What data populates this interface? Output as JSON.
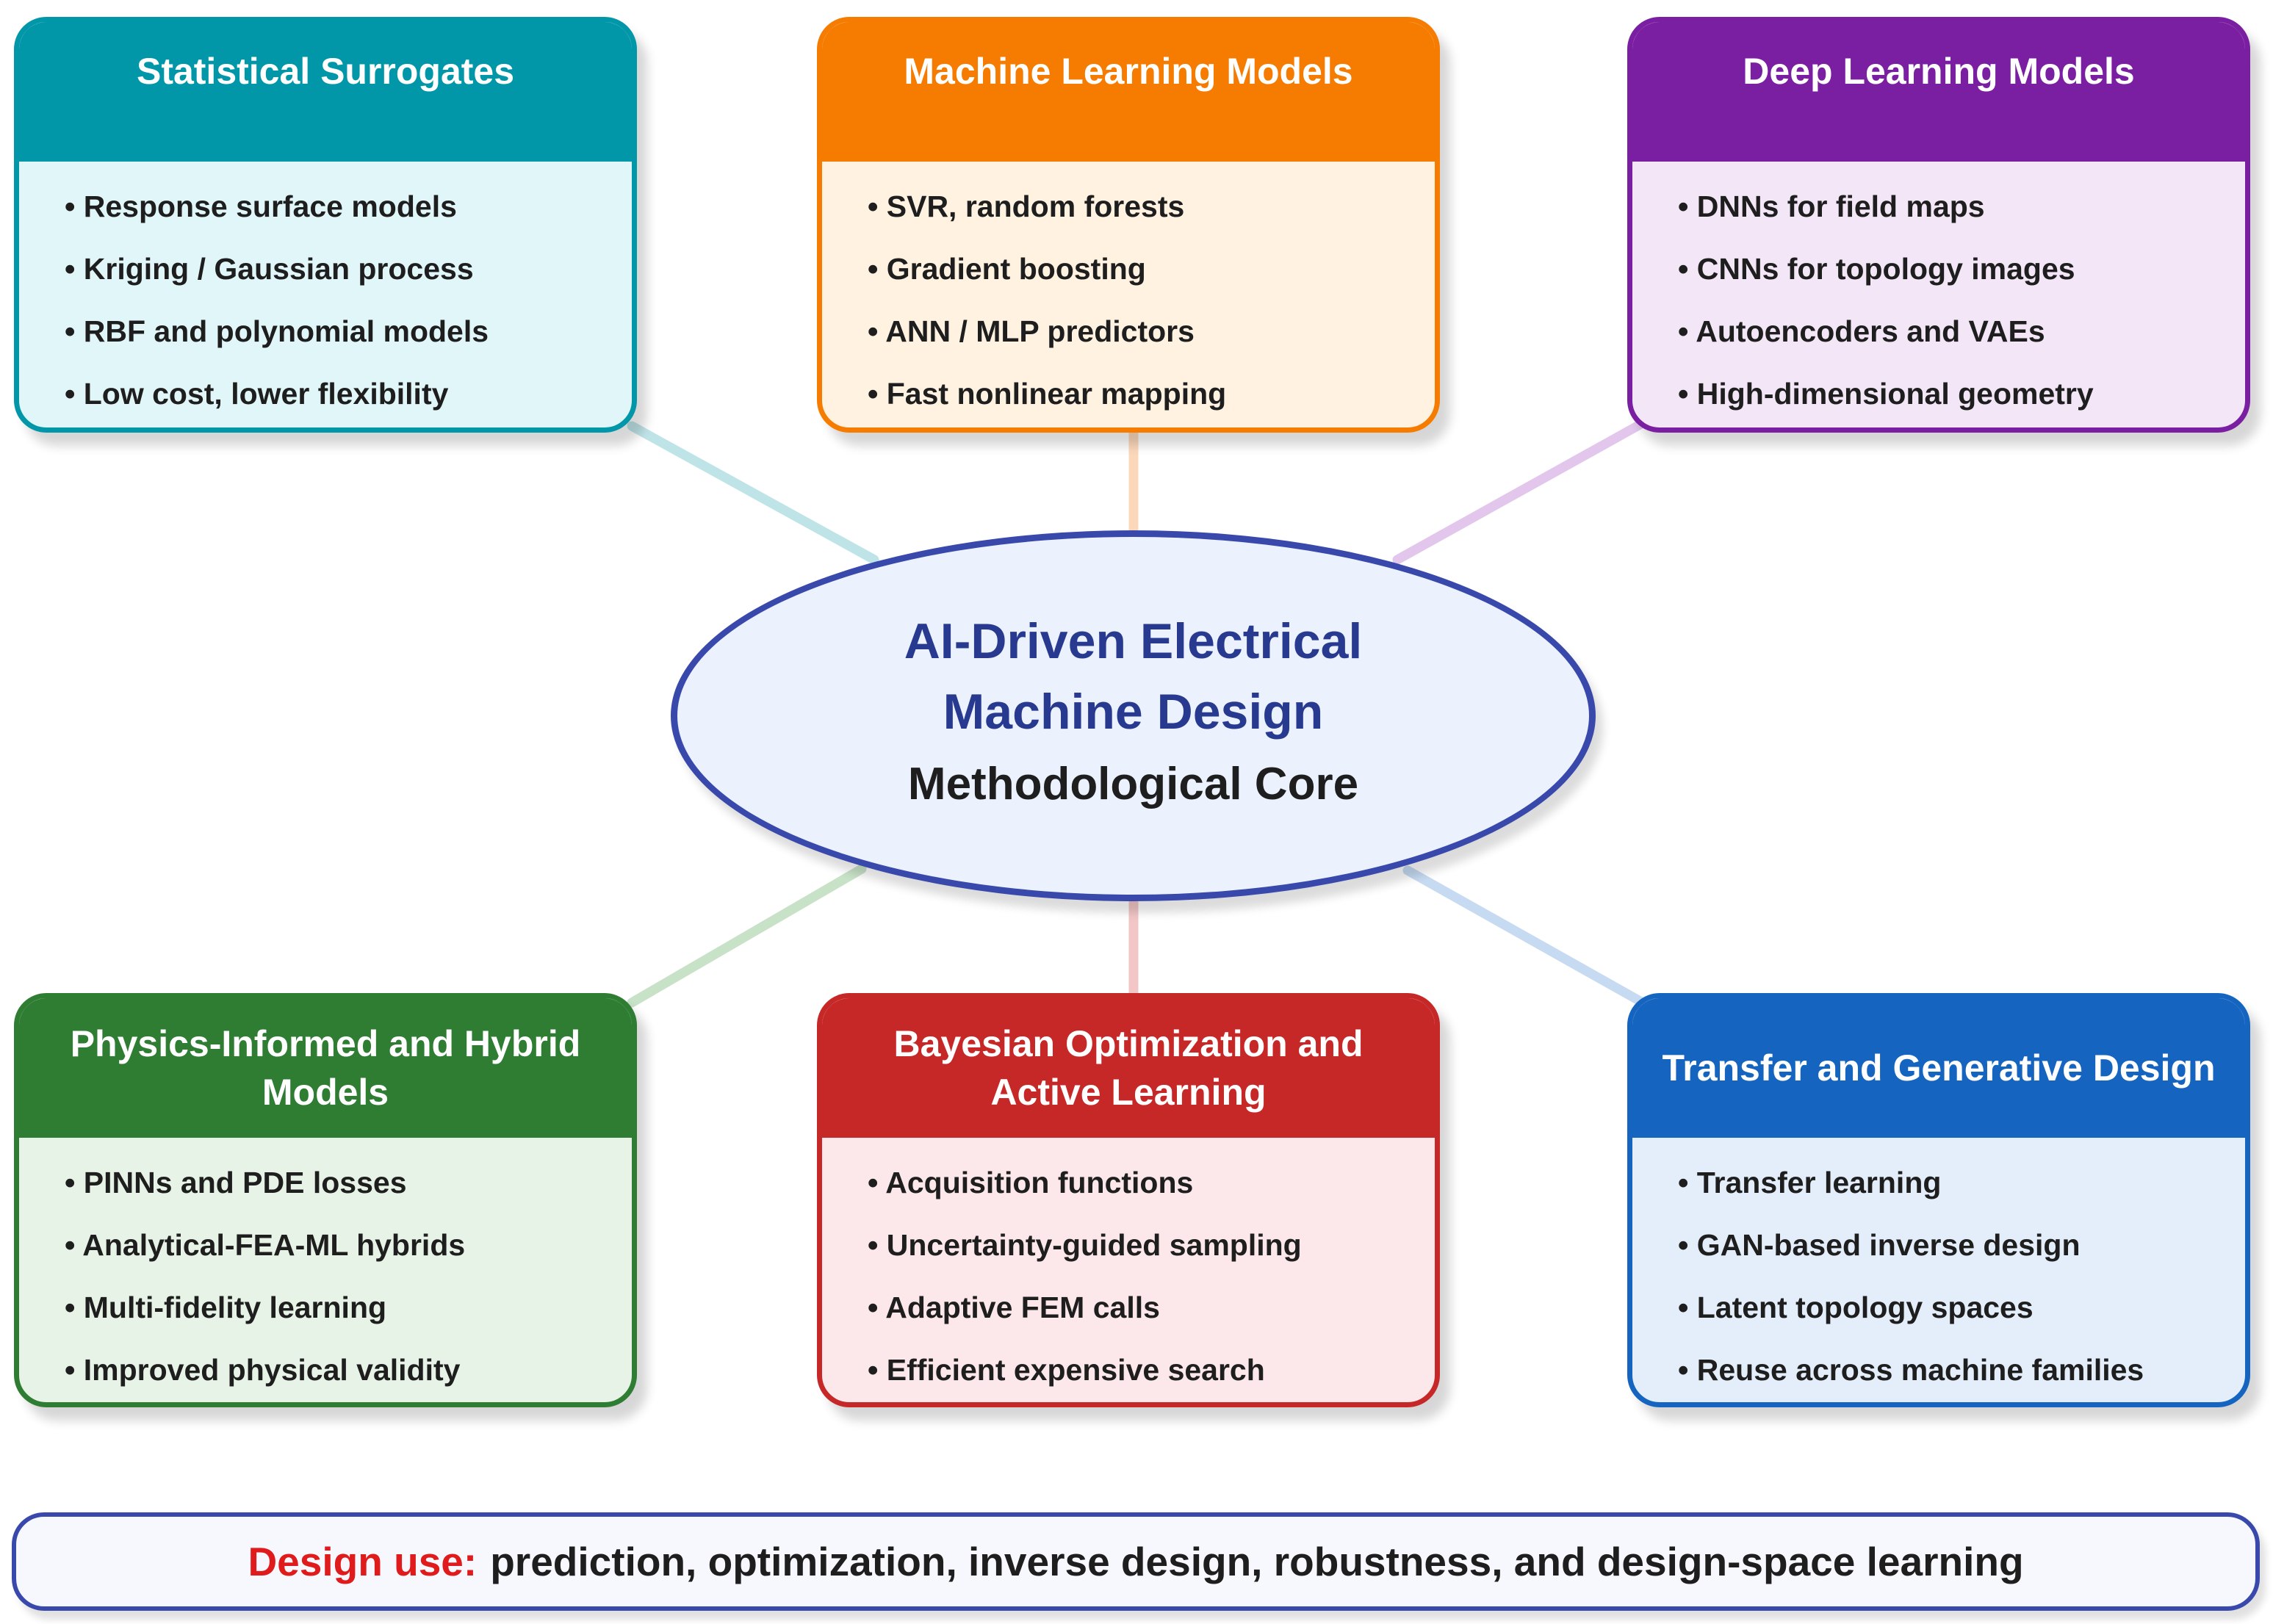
{
  "colors": {
    "statistical": "#0197a8",
    "machine_learning": "#f57c00",
    "deep_learning": "#7b1fa2",
    "physics_informed": "#2e7d32",
    "bayesian": "#c62828",
    "transfer": "#1565c0",
    "core": "#3949ab",
    "footer_lead": "#e01b1b"
  },
  "center": {
    "title_line1": "AI-Driven Electrical",
    "title_line2": "Machine Design",
    "subtitle": "Methodological Core"
  },
  "cards": {
    "statistical": {
      "title": "Statistical Surrogates",
      "items": [
        "Response surface models",
        "Kriging / Gaussian process",
        "RBF and polynomial models",
        "Low cost, lower flexibility"
      ]
    },
    "machine_learning": {
      "title": "Machine Learning Models",
      "items": [
        "SVR, random forests",
        "Gradient boosting",
        "ANN / MLP predictors",
        "Fast nonlinear mapping"
      ]
    },
    "deep_learning": {
      "title": "Deep Learning Models",
      "items": [
        "DNNs for field maps",
        "CNNs for topology images",
        "Autoencoders and VAEs",
        "High-dimensional geometry"
      ]
    },
    "physics_informed": {
      "title": "Physics-Informed and Hybrid Models",
      "items": [
        "PINNs and PDE losses",
        "Analytical-FEA-ML hybrids",
        "Multi-fidelity learning",
        "Improved physical validity"
      ]
    },
    "bayesian": {
      "title": "Bayesian Optimization and Active Learning",
      "items": [
        "Acquisition functions",
        "Uncertainty-guided sampling",
        "Adaptive FEM calls",
        "Efficient expensive search"
      ]
    },
    "transfer": {
      "title": "Transfer and Generative Design",
      "items": [
        "Transfer learning",
        "GAN-based inverse design",
        "Latent topology spaces",
        "Reuse across machine families"
      ]
    }
  },
  "footer": {
    "lead": "Design use:",
    "text": "prediction, optimization, inverse design, robustness, and design-space learning"
  }
}
